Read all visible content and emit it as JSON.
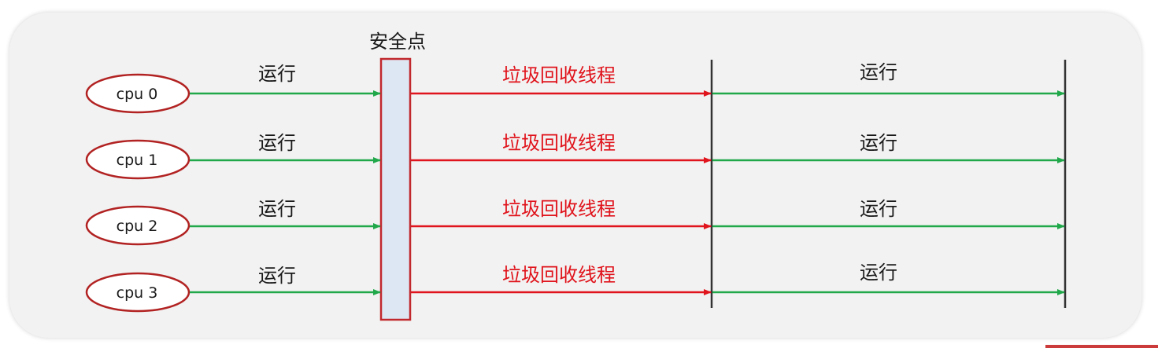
{
  "safepoint": {
    "label": "安全点"
  },
  "rows": [
    {
      "cpu": "cpu 0",
      "run_before": "运行",
      "gc": "垃圾回收线程",
      "run_after": "运行"
    },
    {
      "cpu": "cpu 1",
      "run_before": "运行",
      "gc": "垃圾回收线程",
      "run_after": "运行"
    },
    {
      "cpu": "cpu 2",
      "run_before": "运行",
      "gc": "垃圾回收线程",
      "run_after": "运行"
    },
    {
      "cpu": "cpu 3",
      "run_before": "运行",
      "gc": "垃圾回收线程",
      "run_after": "运行"
    }
  ],
  "colors": {
    "run_arrow": "#21a84a",
    "gc_arrow": "#e0141c",
    "gc_text": "#e0141c",
    "cpu_ellipse_border": "#b22222",
    "safepoint_fill": "#dde6f3",
    "safepoint_border": "#c0282d",
    "separator": "#333333",
    "text": "#1a1a1a"
  }
}
